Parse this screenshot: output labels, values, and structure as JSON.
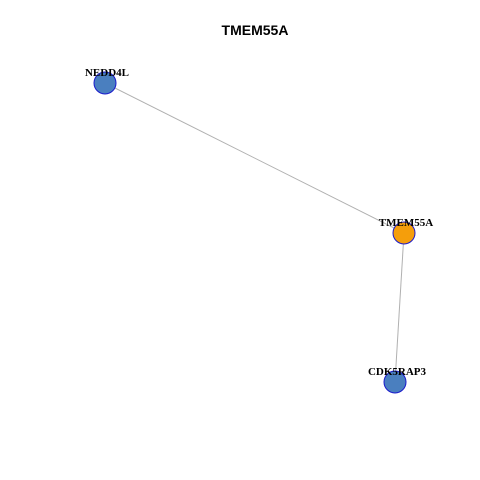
{
  "graph": {
    "title": "TMEM55A",
    "colors": {
      "center_node": "#f59e0b",
      "neighbor_node": "#4a7fbf",
      "node_border": "#1a1acc",
      "edge": "#b0b0b0"
    },
    "nodes": [
      {
        "id": "NEDD4L",
        "label": "NEDD4L",
        "role": "neighbor"
      },
      {
        "id": "TMEM55A",
        "label": "TMEM55A",
        "role": "center"
      },
      {
        "id": "CDK5RAP3",
        "label": "CDK5RAP3",
        "role": "neighbor"
      }
    ],
    "edges": [
      {
        "source": "NEDD4L",
        "target": "TMEM55A"
      },
      {
        "source": "TMEM55A",
        "target": "CDK5RAP3"
      }
    ]
  }
}
